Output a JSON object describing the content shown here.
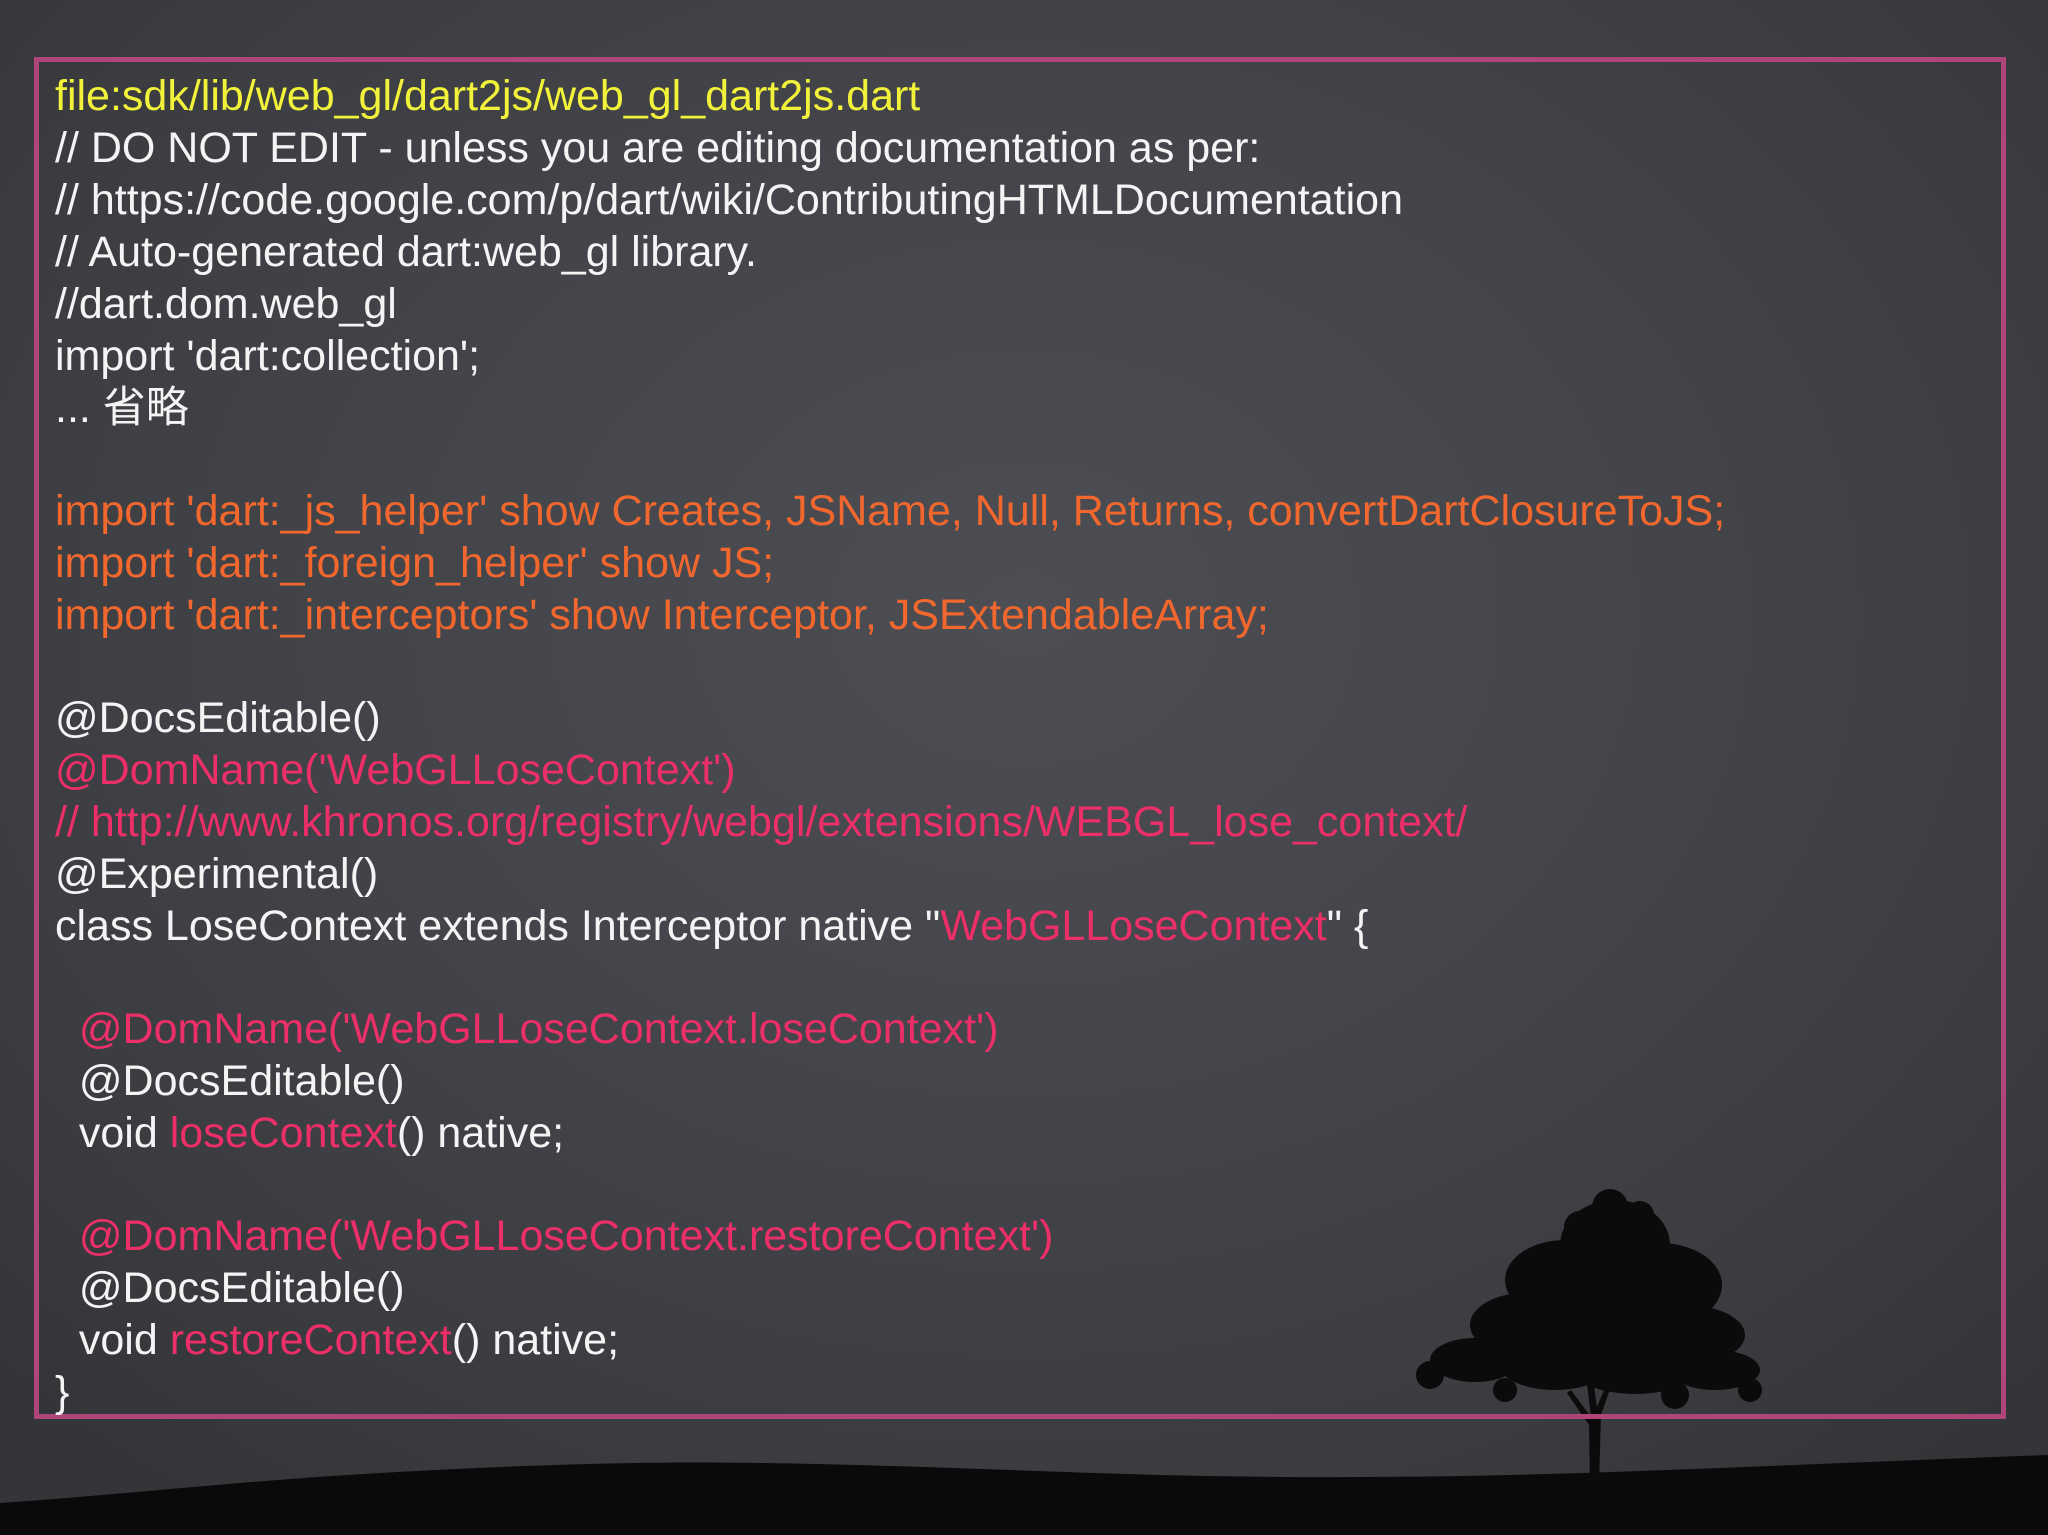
{
  "slide": {
    "lines": [
      {
        "segments": [
          {
            "text": "file:sdk/lib/web_gl/dart2js/web_gl_dart2js.dart",
            "color": "yellow"
          }
        ]
      },
      {
        "segments": [
          {
            "text": "// DO NOT EDIT - unless you are editing documentation as per:",
            "color": "white"
          }
        ]
      },
      {
        "segments": [
          {
            "text": "// https://code.google.com/p/dart/wiki/ContributingHTMLDocumentation",
            "color": "white"
          }
        ]
      },
      {
        "segments": [
          {
            "text": "// Auto-generated dart:web_gl library.",
            "color": "white"
          }
        ]
      },
      {
        "segments": [
          {
            "text": "//dart.dom.web_gl",
            "color": "white"
          }
        ]
      },
      {
        "segments": [
          {
            "text": "import 'dart:collection';",
            "color": "white"
          }
        ]
      },
      {
        "segments": [
          {
            "text": "... 省略",
            "color": "white"
          }
        ]
      },
      {
        "segments": [
          {
            "text": "",
            "color": "white"
          }
        ]
      },
      {
        "segments": [
          {
            "text": "import 'dart:_js_helper' show Creates, JSName, Null, Returns, convertDartClosureToJS;",
            "color": "orange"
          }
        ]
      },
      {
        "segments": [
          {
            "text": "import 'dart:_foreign_helper' show JS;",
            "color": "orange"
          }
        ]
      },
      {
        "segments": [
          {
            "text": "import 'dart:_interceptors' show Interceptor, JSExtendableArray;",
            "color": "orange"
          }
        ]
      },
      {
        "segments": [
          {
            "text": "",
            "color": "white"
          }
        ]
      },
      {
        "segments": [
          {
            "text": "@DocsEditable()",
            "color": "white"
          }
        ]
      },
      {
        "segments": [
          {
            "text": "@DomName('WebGLLoseContext')",
            "color": "pink"
          }
        ]
      },
      {
        "segments": [
          {
            "text": "// http://www.khronos.org/registry/webgl/extensions/WEBGL_lose_context/",
            "color": "pink"
          }
        ]
      },
      {
        "segments": [
          {
            "text": "@Experimental()",
            "color": "white"
          }
        ]
      },
      {
        "segments": [
          {
            "text": "class LoseContext extends Interceptor native \"",
            "color": "white"
          },
          {
            "text": "WebGLLoseContext",
            "color": "pink"
          },
          {
            "text": "\" {",
            "color": "white"
          }
        ]
      },
      {
        "segments": [
          {
            "text": "",
            "color": "white"
          }
        ]
      },
      {
        "segments": [
          {
            "text": "  @DomName('WebGLLoseContext.loseContext')",
            "color": "pink"
          }
        ]
      },
      {
        "segments": [
          {
            "text": "  @DocsEditable()",
            "color": "white"
          }
        ]
      },
      {
        "segments": [
          {
            "text": "  void ",
            "color": "white"
          },
          {
            "text": "loseContext",
            "color": "pink"
          },
          {
            "text": "() native;",
            "color": "white"
          }
        ]
      },
      {
        "segments": [
          {
            "text": "",
            "color": "white"
          }
        ]
      },
      {
        "segments": [
          {
            "text": "  @DomName('WebGLLoseContext.restoreContext')",
            "color": "pink"
          }
        ]
      },
      {
        "segments": [
          {
            "text": "  @DocsEditable()",
            "color": "white"
          }
        ]
      },
      {
        "segments": [
          {
            "text": "  void ",
            "color": "white"
          },
          {
            "text": "restoreContext",
            "color": "pink"
          },
          {
            "text": "() native;",
            "color": "white"
          }
        ]
      },
      {
        "segments": [
          {
            "text": "}",
            "color": "white"
          }
        ]
      }
    ]
  },
  "colors": {
    "frame_border": "#b0457a",
    "yellow": "#f2f23a",
    "orange": "#f2672e",
    "pink": "#ec2f68",
    "white": "#f4f4f4",
    "background": "#43454a"
  },
  "decorations": {
    "hill": "hill-silhouette",
    "tree": "tree-silhouette"
  }
}
